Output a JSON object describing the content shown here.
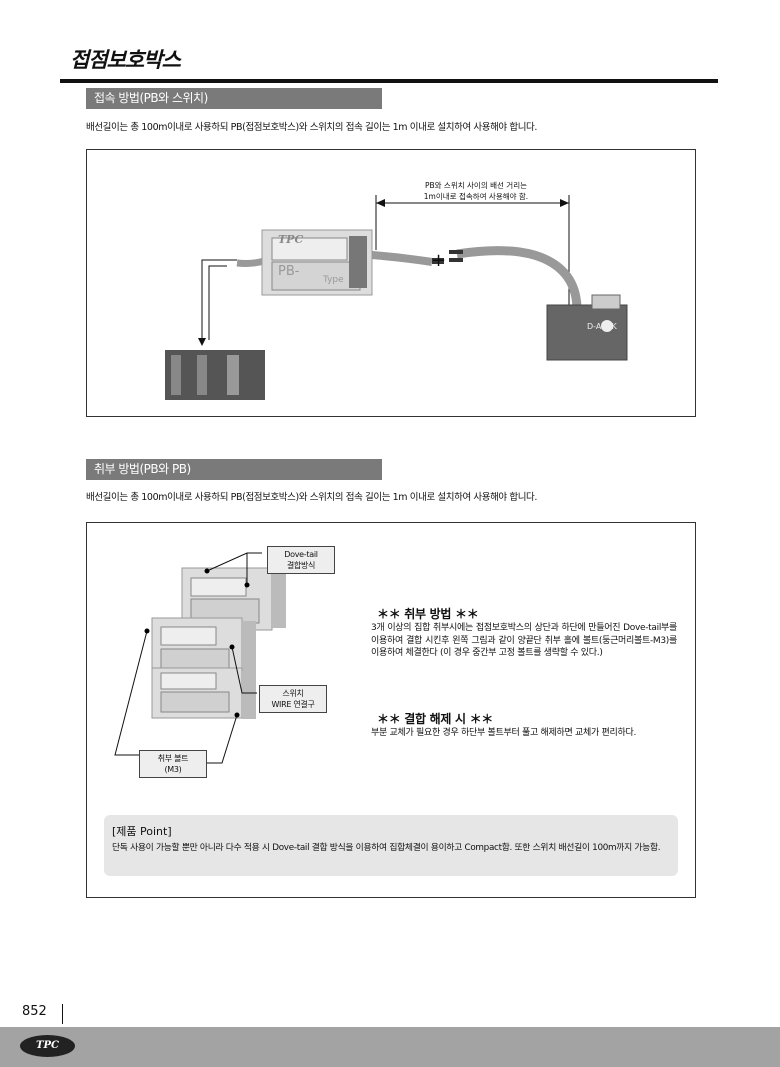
{
  "page_title": "접점보호박스",
  "section1": {
    "heading": "접속 방법(PB와 스위치)",
    "description": "배선길이는 총 100m이내로 사용하되 PB(접점보호박스)와 스위치의 접속 길이는 1m 이내로 설치하여 사용해야 합니다.",
    "diagram": {
      "note_line1": "PB와 스위치 사이의 배선 거리는",
      "note_line2": "1m이내로 접속하여 사용해야 함.",
      "pb_brand": "TPC",
      "pb_model": "PB-",
      "pb_type": "Type",
      "switch_model": "D-A73K",
      "plus": "+"
    }
  },
  "section2": {
    "heading": "취부 방법(PB와 PB)",
    "description": "배선길이는 총 100m이내로 사용하되 PB(접점보호박스)와 스위치의 접속 길이는 1m 이내로 설치하여 사용해야 합니다.",
    "labels": {
      "dovetail_1": "Dove-tail",
      "dovetail_2": "결합방식",
      "wire_1": "스위치",
      "wire_2": "WIRE 연결구",
      "bolt_1": "취부 볼트",
      "bolt_2": "(M3)"
    },
    "mount_heading": "＊＊ 취부 방법 ＊＊",
    "mount_text": "3개 이상의 집합 취부시에는 접점보호박스의 상단과 하단에 만들어진 Dove-tail부를 이용하여 결합 시킨후 왼쪽 그림과 같이 양끝단 취부 홀에 볼트(둥근머리볼트-M3)를 이용하여 체결한다 (이 경우 중간부 고정 볼트를 생략할 수 있다.)",
    "release_heading": "＊＊ 결합 해제 시 ＊＊",
    "release_text": "부분 교체가 필요한 경우 하단부 볼트부터 풀고 해제하면 교체가 편리하다.",
    "point_title": "[제품 Point]",
    "point_text": "단독 사용이 가능할  뿐만 아니라 다수 적용 시 Dove-tail 결합 방식을 이용하여 집합체결이 용이하고 Compact함. 또한 스위치 배선길이 100m까지 가능함."
  },
  "footer": {
    "page_number": "852",
    "logo_text": "TPC"
  }
}
